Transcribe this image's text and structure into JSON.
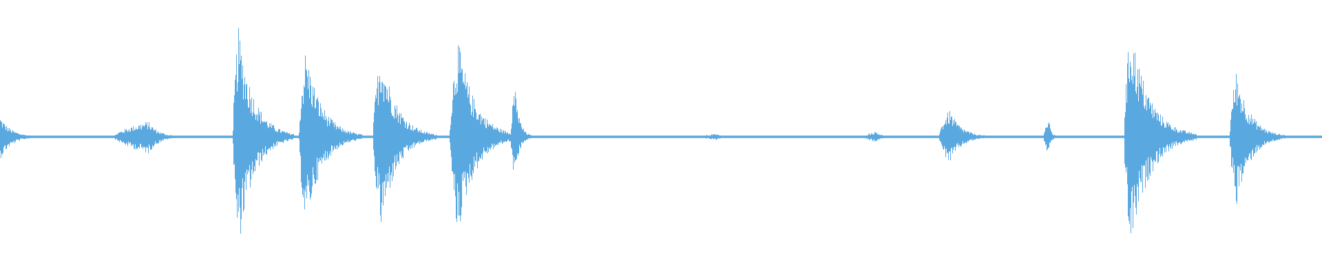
{
  "waveform": {
    "color": "#5aa8e0",
    "background": "#ffffff",
    "baseline_level": 0.01,
    "bursts": [
      {
        "start": 0.0,
        "peak": 0.0,
        "end": 0.03,
        "amp_top": 0.18,
        "amp_bottom": 0.2
      },
      {
        "start": 0.086,
        "peak": 0.112,
        "end": 0.14,
        "amp_top": 0.14,
        "amp_bottom": 0.15
      },
      {
        "start": 0.176,
        "peak": 0.18,
        "end": 0.222,
        "amp_top": 0.98,
        "amp_bottom": 1.0
      },
      {
        "start": 0.226,
        "peak": 0.231,
        "end": 0.274,
        "amp_top": 0.78,
        "amp_bottom": 0.8
      },
      {
        "start": 0.282,
        "peak": 0.288,
        "end": 0.33,
        "amp_top": 0.8,
        "amp_bottom": 0.82
      },
      {
        "start": 0.34,
        "peak": 0.346,
        "end": 0.392,
        "amp_top": 0.88,
        "amp_bottom": 0.88
      },
      {
        "start": 0.386,
        "peak": 0.389,
        "end": 0.402,
        "amp_top": 0.48,
        "amp_bottom": 0.4
      },
      {
        "start": 0.53,
        "peak": 0.542,
        "end": 0.556,
        "amp_top": 0.03,
        "amp_bottom": 0.03
      },
      {
        "start": 0.653,
        "peak": 0.663,
        "end": 0.676,
        "amp_top": 0.05,
        "amp_bottom": 0.05
      },
      {
        "start": 0.71,
        "peak": 0.718,
        "end": 0.75,
        "amp_top": 0.24,
        "amp_bottom": 0.24
      },
      {
        "start": 0.789,
        "peak": 0.793,
        "end": 0.8,
        "amp_top": 0.16,
        "amp_bottom": 0.16
      },
      {
        "start": 0.85,
        "peak": 0.855,
        "end": 0.905,
        "amp_top": 1.0,
        "amp_bottom": 1.0
      },
      {
        "start": 0.93,
        "peak": 0.935,
        "end": 0.972,
        "amp_top": 0.6,
        "amp_bottom": 0.62
      }
    ]
  }
}
